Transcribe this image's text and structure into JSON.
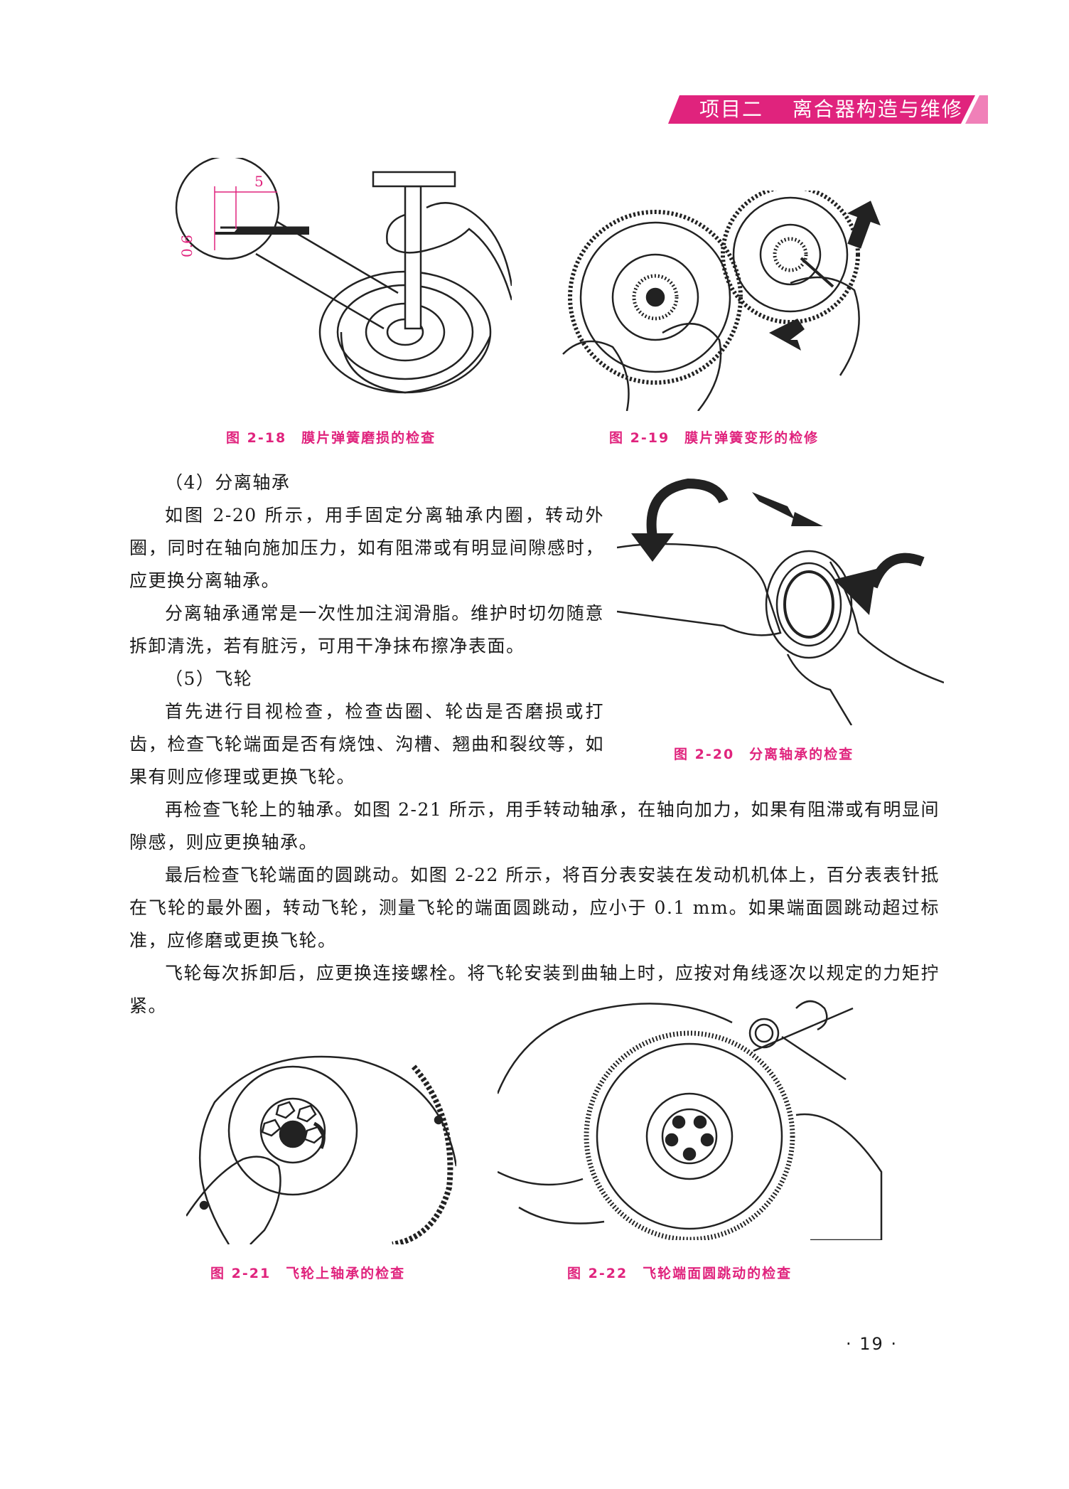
{
  "header": {
    "section": "项目二",
    "title": "离合器构造与维修",
    "band_color": "#e0237d"
  },
  "figures": [
    {
      "id": "fig-2-18",
      "caption": "图 2-18　膜片弹簧磨损的检查",
      "dim_width": "5",
      "dim_depth": "0.6"
    },
    {
      "id": "fig-2-19",
      "caption": "图 2-19　膜片弹簧变形的检修"
    },
    {
      "id": "fig-2-20",
      "caption": "图 2-20　分离轴承的检查"
    },
    {
      "id": "fig-2-21",
      "caption": "图 2-21　飞轮上轴承的检查"
    },
    {
      "id": "fig-2-22",
      "caption": "图 2-22　飞轮端面圆跳动的检查"
    }
  ],
  "body": {
    "p1": "（4）分离轴承",
    "p2": "如图 2-20 所示，用手固定分离轴承内圈，转动外圈，同时在轴向施加压力，如有阻滞或有明显间隙感时，应更换分离轴承。",
    "p3": "分离轴承通常是一次性加注润滑脂。维护时切勿随意拆卸清洗，若有脏污，可用干净抹布擦净表面。",
    "p4": "（5）飞轮",
    "p5": "首先进行目视检查，检查齿圈、轮齿是否磨损或打齿，检查飞轮端面是否有烧蚀、沟槽、翘曲和裂纹等，如果有则应修理或更换飞轮。",
    "p6": "再检查飞轮上的轴承。如图 2-21 所示，用手转动轴承，在轴向加力，如果有阻滞或有明显间隙感，则应更换轴承。",
    "p7": "最后检查飞轮端面的圆跳动。如图 2-22 所示，将百分表安装在发动机机体上，百分表表针抵在飞轮的最外圈，转动飞轮，测量飞轮的端面圆跳动，应小于 0.1 mm。如果端面圆跳动超过标准，应修磨或更换飞轮。",
    "p8": "飞轮每次拆卸后，应更换连接螺栓。将飞轮安装到曲轴上时，应按对角线逐次以规定的力矩拧紧。"
  },
  "page_number": "· 19 ·"
}
